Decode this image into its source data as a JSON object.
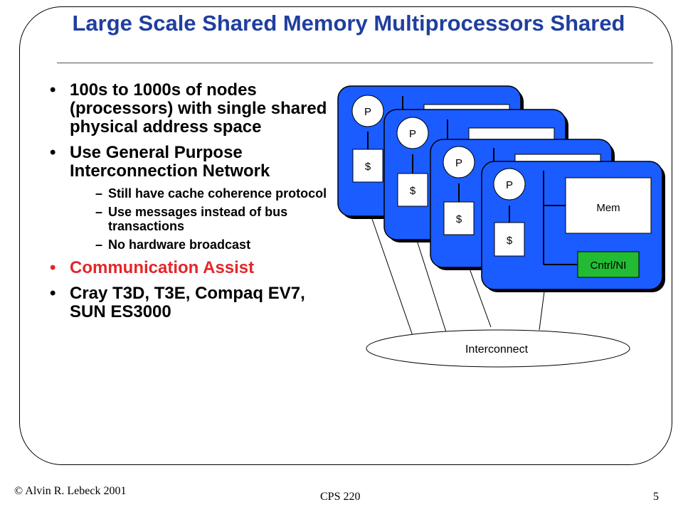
{
  "slide": {
    "title": "Large Scale Shared Memory Multiprocessors Shared",
    "bullets": [
      {
        "text": "100s to 1000s of nodes (processors) with single shared physical address space",
        "color": "#000000"
      },
      {
        "text": "Use General Purpose Interconnection Network",
        "color": "#000000",
        "sub": [
          "Still have cache coherence protocol",
          "Use messages instead of bus transactions",
          "No hardware broadcast"
        ]
      },
      {
        "text": "Communication Assist",
        "color": "#e3262a"
      },
      {
        "text": "Cray T3D, T3E, Compaq EV7, SUN ES3000",
        "color": "#000000"
      }
    ],
    "sub_bullet_marker": "–"
  },
  "diagram": {
    "node_labels": {
      "processor": "P",
      "cache": "$",
      "memory": "Mem",
      "controller": "Cntrl/NI"
    },
    "interconnect_label": "Interconnect",
    "colors": {
      "node_fill": "#1a5cff",
      "controller_fill": "#22bb33",
      "title": "#1f3f9f",
      "highlight": "#e3262a"
    }
  },
  "footer": {
    "author": "© Alvin R. Lebeck 2001",
    "course": "CPS 220",
    "page_number": "5"
  }
}
